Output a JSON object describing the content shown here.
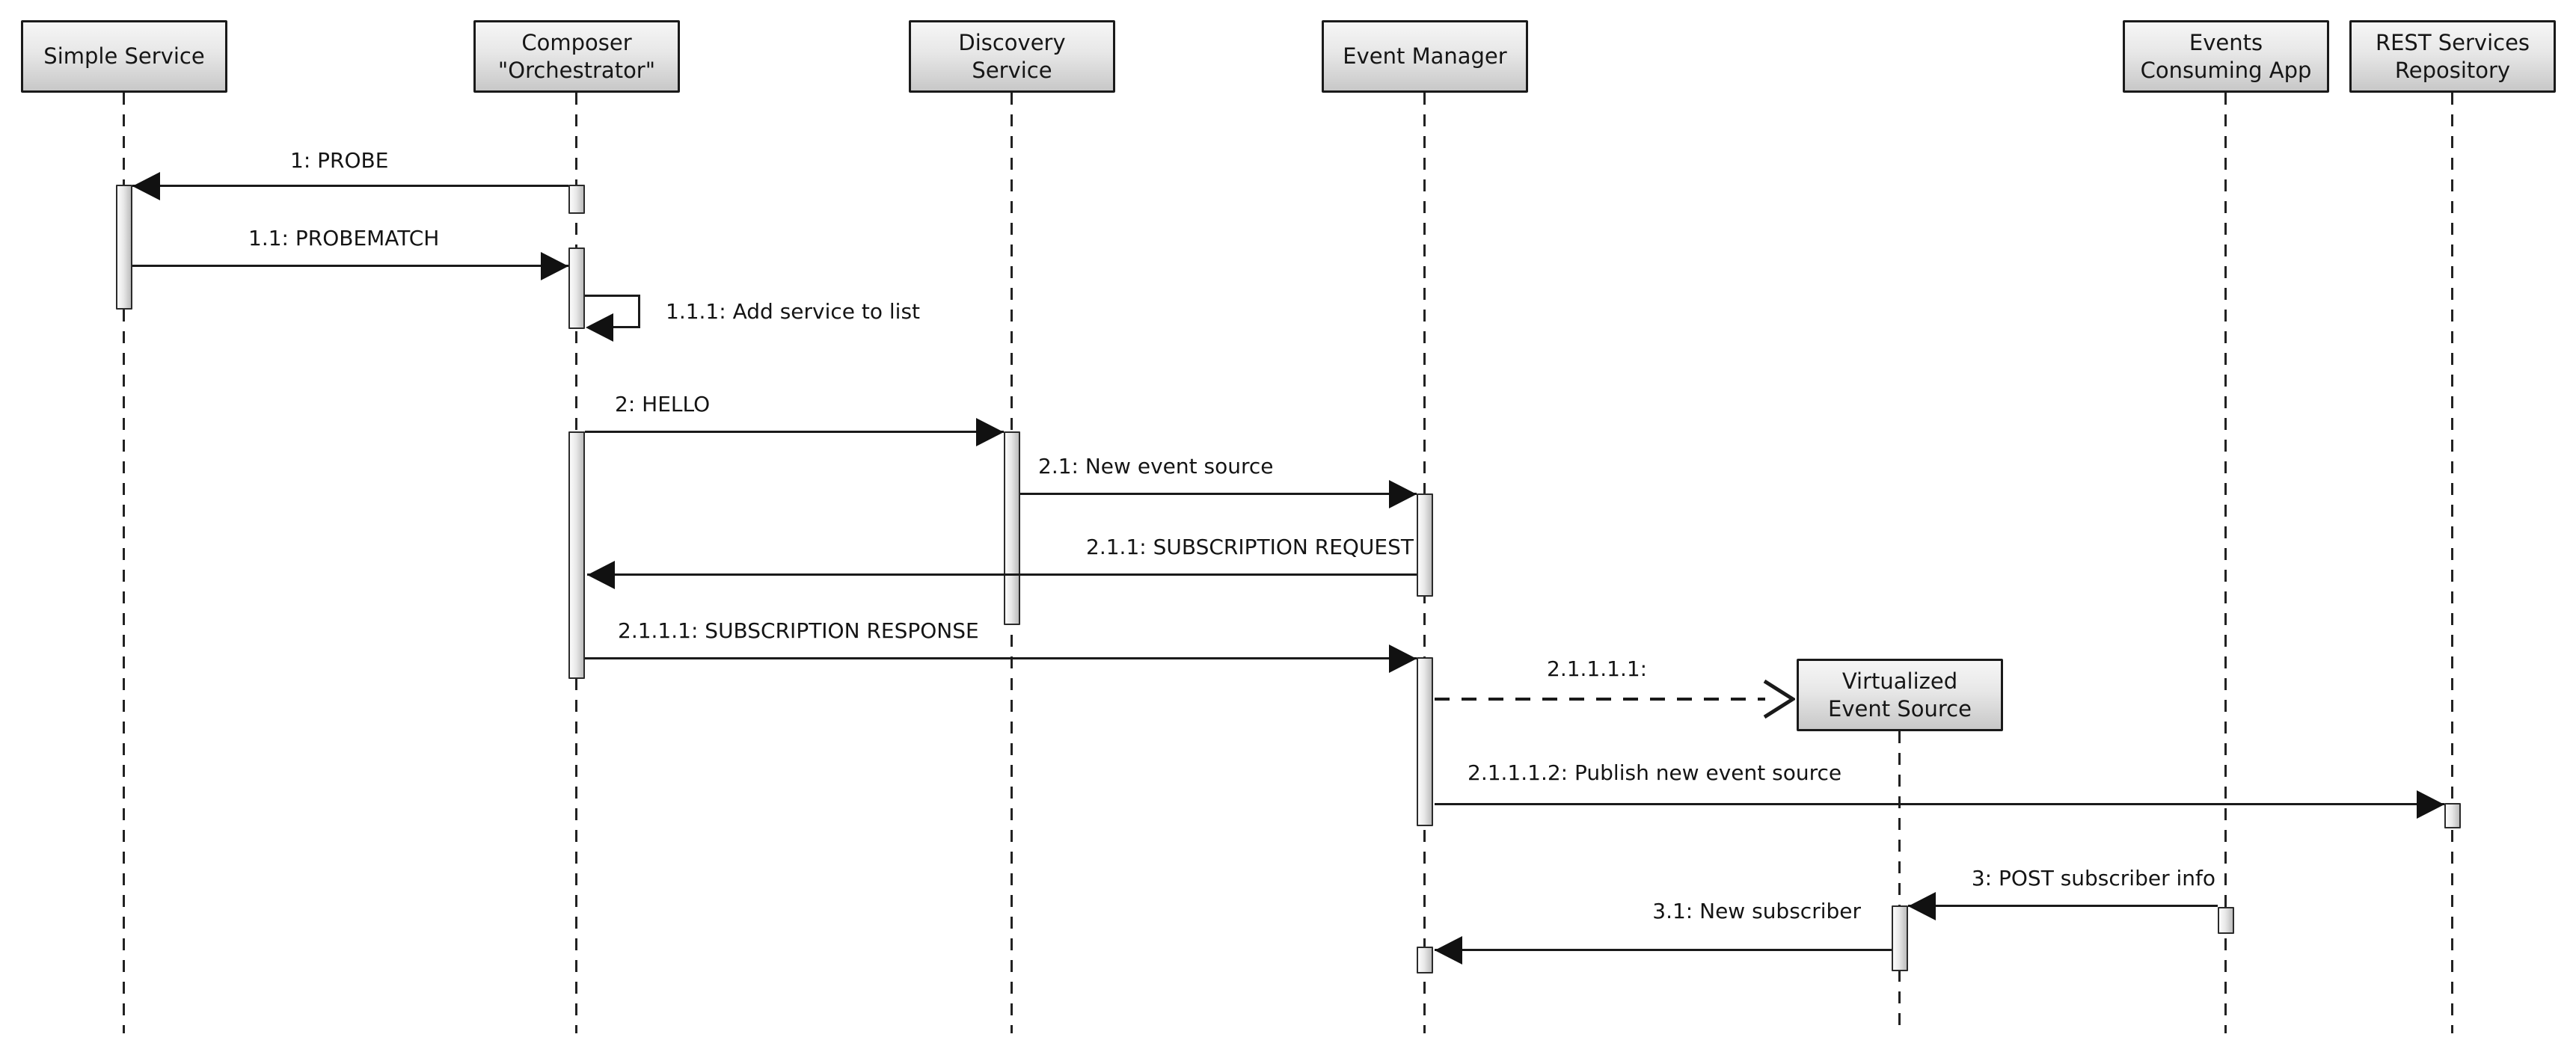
{
  "diagram_type": "uml-sequence-diagram",
  "participants": [
    {
      "name": "Simple Service"
    },
    {
      "name": "Composer\n\"Orchestrator\""
    },
    {
      "name": "Discovery\nService"
    },
    {
      "name": "Event Manager"
    },
    {
      "name": "Events\nConsuming App"
    },
    {
      "name": "REST Services\nRepository"
    }
  ],
  "created_participant": {
    "name": "Virtualized\nEvent Source"
  },
  "messages": [
    {
      "label": "1: PROBE",
      "from": "Composer \"Orchestrator\"",
      "to": "Simple Service",
      "type": "sync"
    },
    {
      "label": "1.1: PROBEMATCH",
      "from": "Simple Service",
      "to": "Composer \"Orchestrator\"",
      "type": "sync"
    },
    {
      "label": "1.1.1: Add service to list",
      "from": "Composer \"Orchestrator\"",
      "to": "Composer \"Orchestrator\"",
      "type": "self"
    },
    {
      "label": "2: HELLO",
      "from": "Composer \"Orchestrator\"",
      "to": "Discovery Service",
      "type": "sync"
    },
    {
      "label": "2.1: New event source",
      "from": "Discovery Service",
      "to": "Event Manager",
      "type": "sync"
    },
    {
      "label": "2.1.1: SUBSCRIPTION REQUEST",
      "from": "Event Manager",
      "to": "Composer \"Orchestrator\"",
      "type": "sync"
    },
    {
      "label": "2.1.1.1: SUBSCRIPTION RESPONSE",
      "from": "Composer \"Orchestrator\"",
      "to": "Event Manager",
      "type": "sync"
    },
    {
      "label": "2.1.1.1.1:",
      "from": "Event Manager",
      "to": "Virtualized Event Source",
      "type": "create-dashed-open-arrow"
    },
    {
      "label": "2.1.1.1.2: Publish new event source",
      "from": "Event Manager",
      "to": "REST Services Repository",
      "type": "sync"
    },
    {
      "label": "3: POST subscriber info",
      "from": "Events Consuming App",
      "to": "Virtualized Event Source",
      "type": "sync"
    },
    {
      "label": "3.1: New subscriber",
      "from": "Virtualized Event Source",
      "to": "Event Manager",
      "type": "sync"
    }
  ],
  "colors": {
    "background": "#ffffff",
    "line": "#1a1a1a",
    "box_border": "#1a1a1a",
    "box_fill_top": "#f6f6f6",
    "box_fill_bottom": "#c8c8c8",
    "activation_fill_left": "#fbfbfb",
    "activation_fill_right": "#bcbcbc",
    "text": "#161616"
  }
}
